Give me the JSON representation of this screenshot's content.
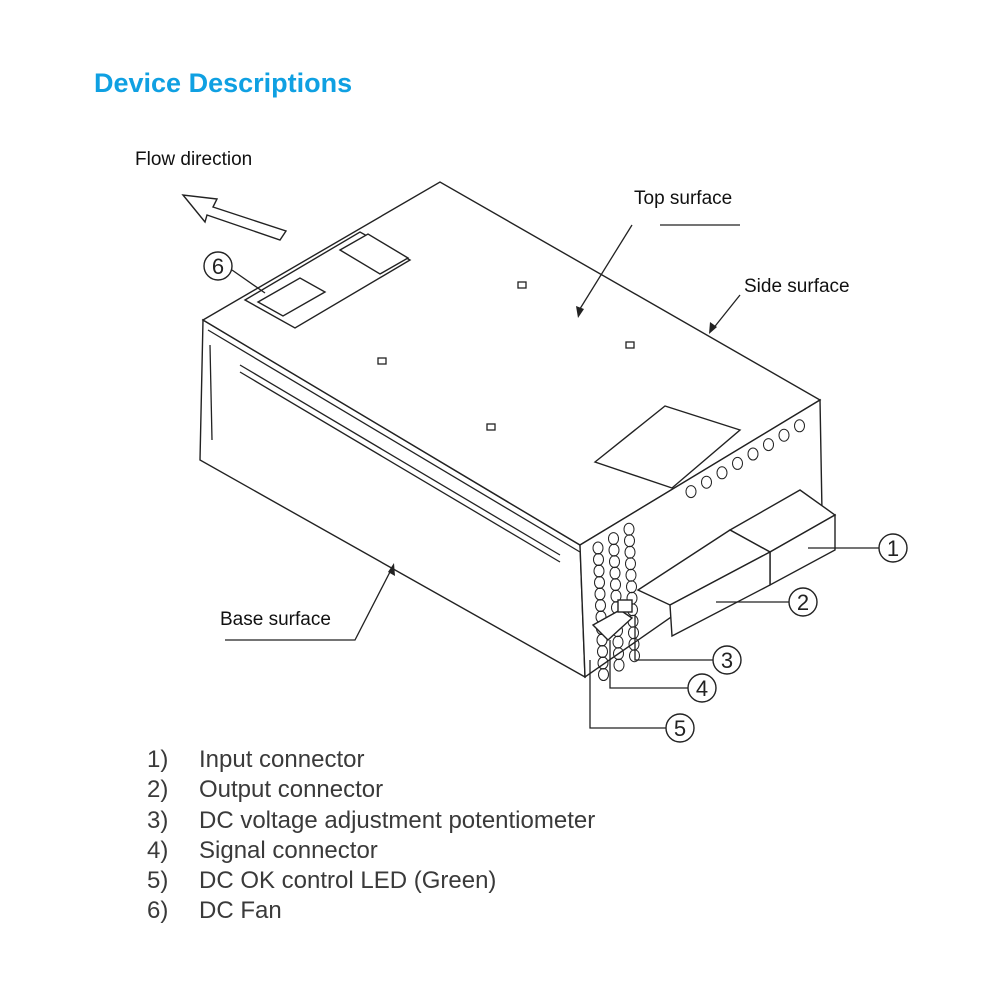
{
  "title": "Device Descriptions",
  "diagram": {
    "labels": {
      "flow": "Flow direction",
      "top": "Top surface",
      "side": "Side surface",
      "base": "Base surface"
    },
    "callouts": [
      "1",
      "2",
      "3",
      "4",
      "5",
      "6"
    ]
  },
  "items": [
    {
      "num": "1)",
      "text": "Input connector"
    },
    {
      "num": "2)",
      "text": "Output connector"
    },
    {
      "num": "3)",
      "text": "DC voltage adjustment potentiometer"
    },
    {
      "num": "4)",
      "text": "Signal connector"
    },
    {
      "num": "5)",
      "text": "DC OK control LED (Green)"
    },
    {
      "num": "6)",
      "text": "DC Fan"
    }
  ]
}
